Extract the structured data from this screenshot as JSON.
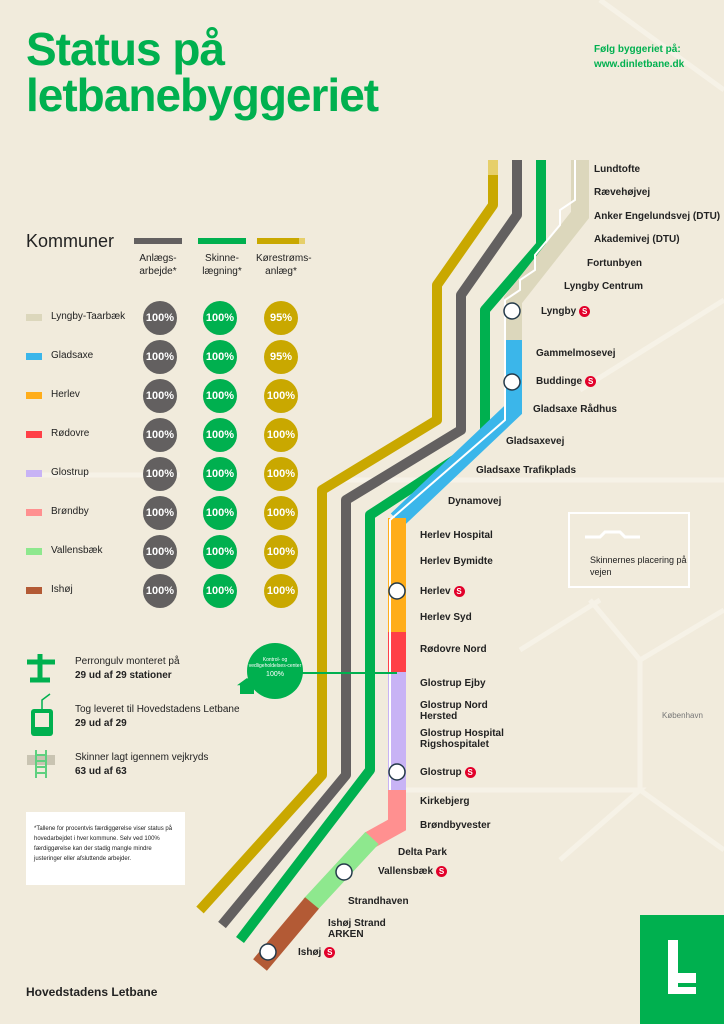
{
  "header": {
    "title_line1": "Status på",
    "title_line2": "letbanebyggeriet",
    "follow_label": "Følg byggeriet på:",
    "follow_url": "www.dinletbane.dk"
  },
  "colors": {
    "brand_green": "#00b04f",
    "anlaeg": "#636060",
    "skinne": "#00b04f",
    "korestrom": "#c9a800",
    "s_train": "#e2002a"
  },
  "legend": {
    "title": "Kommuner",
    "columns": [
      {
        "label1": "Anlægs-",
        "label2": "arbejde*"
      },
      {
        "label1": "Skinne-",
        "label2": "lægning*"
      },
      {
        "label1": "Kørestrøms-",
        "label2": "anlæg*"
      }
    ]
  },
  "municipalities": [
    {
      "name": "Lyngby-Taarbæk",
      "color": "#dcd7bc",
      "anlaeg": "100%",
      "skinne": "100%",
      "korestrom": "95%"
    },
    {
      "name": "Gladsaxe",
      "color": "#3bb6ea",
      "anlaeg": "100%",
      "skinne": "100%",
      "korestrom": "95%"
    },
    {
      "name": "Herlev",
      "color": "#ffad1a",
      "anlaeg": "100%",
      "skinne": "100%",
      "korestrom": "100%"
    },
    {
      "name": "Rødovre",
      "color": "#ff4047",
      "anlaeg": "100%",
      "skinne": "100%",
      "korestrom": "100%"
    },
    {
      "name": "Glostrup",
      "color": "#c8b3f5",
      "anlaeg": "100%",
      "skinne": "100%",
      "korestrom": "100%"
    },
    {
      "name": "Brøndby",
      "color": "#ff9090",
      "anlaeg": "100%",
      "skinne": "100%",
      "korestrom": "100%"
    },
    {
      "name": "Vallensbæk",
      "color": "#8ee88e",
      "anlaeg": "100%",
      "skinne": "100%",
      "korestrom": "100%"
    },
    {
      "name": "Ishøj",
      "color": "#b35a35",
      "anlaeg": "100%",
      "skinne": "100%",
      "korestrom": "100%"
    }
  ],
  "stats": [
    {
      "icon": "platform-icon",
      "line1": "Perrongulv monteret på",
      "line2": "29 ud af 29 stationer"
    },
    {
      "icon": "tram-icon",
      "line1": "Tog leveret til Hovedstadens Letbane",
      "line2": "29 ud af 29"
    },
    {
      "icon": "track-crossing-icon",
      "line1": "Skinner lagt igennem vejkryds",
      "line2": "63 ud af 63"
    }
  ],
  "control_center": {
    "label": "Kontrol- og vedligeholdelses-center",
    "value": "100%"
  },
  "note": "*Tallene for procentvis færdiggørelse viser status på hovedarbejdet i hver kommune. Selv ved 100% færdiggørelse kan der stadig mangle mindre justeringer eller afsluttende arbejder.",
  "map_legend": "Skinnernes placering på vejen",
  "city_label": "København",
  "s_label": "S",
  "stations": [
    "Lundtofte",
    "Rævehøjvej",
    "Anker Engelundsvej (DTU)",
    "Akademivej (DTU)",
    "Fortunbyen",
    "Lyngby Centrum",
    "Lyngby",
    "Gammelmosevej",
    "Buddinge",
    "Gladsaxe Rådhus",
    "Gladsaxevej",
    "Gladsaxe Trafikplads",
    "Dynamovej",
    "Herlev Hospital",
    "Herlev Bymidte",
    "Herlev",
    "Herlev Syd",
    "Rødovre Nord",
    "Glostrup Ejby",
    "Glostrup Nord Hersted",
    "Glostrup Hospital Rigshospitalet",
    "Glostrup",
    "Kirkebjerg",
    "Brøndbyvester",
    "Delta Park",
    "Vallensbæk",
    "Strandhaven",
    "Ishøj Strand ARKEN",
    "Ishøj"
  ],
  "footer": "Hovedstadens Letbane"
}
